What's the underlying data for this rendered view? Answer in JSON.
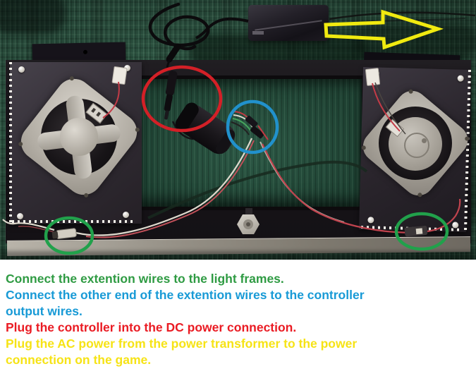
{
  "photo": {
    "annotations": {
      "red_circle": {
        "color": "#d32027"
      },
      "blue_circle": {
        "color": "#2191cc"
      },
      "green_circle_left": {
        "color": "#21a14b"
      },
      "green_circle_right": {
        "color": "#21a14b"
      },
      "arrow": {
        "color": "#f0ea10",
        "direction": "right"
      }
    }
  },
  "instructions": {
    "lines": [
      {
        "text": "Connect the extention wires to the light frames.",
        "color": "#2f9b43"
      },
      {
        "text": "Connect the other end of the extention wires to the controller",
        "color": "#189ad6"
      },
      {
        "text": "output wires.",
        "color": "#189ad6"
      },
      {
        "text": "Plug the controller into the DC power connection.",
        "color": "#ea1b23"
      },
      {
        "text": "Plug the AC power from the power transformer to the power",
        "color": "#f6e316"
      },
      {
        "text": "connection on the game.",
        "color": "#f6e316"
      }
    ]
  }
}
